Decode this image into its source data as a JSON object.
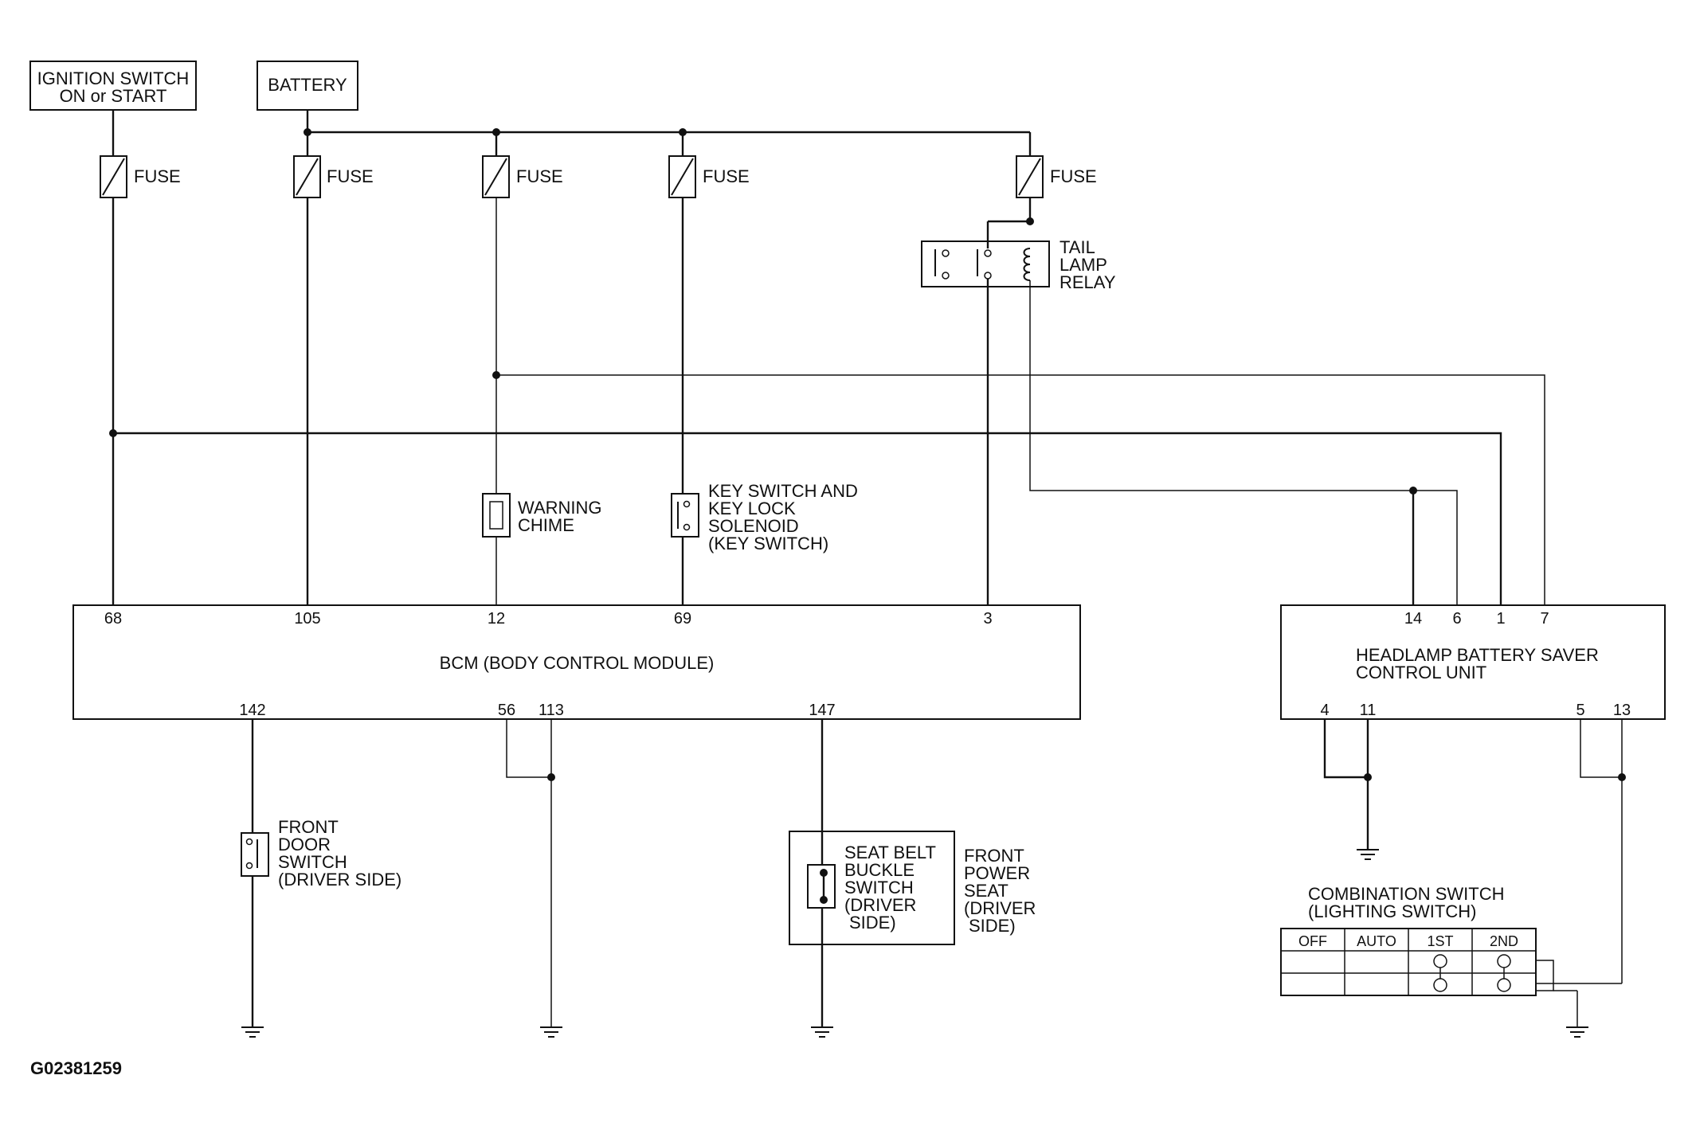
{
  "sources": {
    "ignition": [
      "IGNITION SWITCH",
      "ON or START"
    ],
    "battery": "BATTERY"
  },
  "fuse_label": "FUSE",
  "tail_lamp_relay": [
    "TAIL",
    "LAMP",
    "RELAY"
  ],
  "warning_chime": [
    "WARNING",
    "CHIME"
  ],
  "key_switch": [
    "KEY SWITCH AND",
    "KEY LOCK",
    "SOLENOID",
    "(KEY SWITCH)"
  ],
  "bcm": {
    "title": "BCM (BODY CONTROL MODULE)",
    "top_pins": [
      "68",
      "105",
      "12",
      "69",
      "3"
    ],
    "bottom_pins": [
      "142",
      "56",
      "113",
      "147"
    ]
  },
  "hbs": {
    "title": [
      "HEADLAMP BATTERY SAVER",
      "CONTROL UNIT"
    ],
    "top_pins": [
      "14",
      "6",
      "1",
      "7"
    ],
    "bottom_pins": [
      "4",
      "11",
      "5",
      "13"
    ]
  },
  "front_door_switch": [
    "FRONT",
    "DOOR",
    "SWITCH",
    "(DRIVER SIDE)"
  ],
  "seat_belt": [
    "SEAT BELT",
    "BUCKLE",
    "SWITCH",
    "(DRIVER",
    "SIDE)"
  ],
  "front_power_seat": [
    "FRONT",
    "POWER",
    "SEAT",
    "(DRIVER",
    "SIDE)"
  ],
  "combination_switch": {
    "title": [
      "COMBINATION SWITCH",
      "(LIGHTING SWITCH)"
    ],
    "columns": [
      "OFF",
      "AUTO",
      "1ST",
      "2ND"
    ]
  },
  "figure_code": "G02381259"
}
